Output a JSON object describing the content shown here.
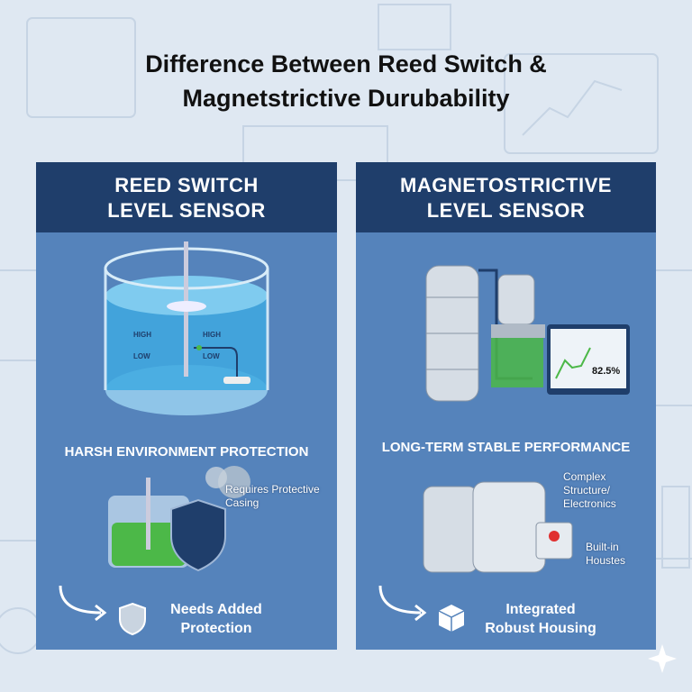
{
  "title_line1": "Difference Between Reed Switch &",
  "title_line2": "Magnetstrictive Durubability",
  "left": {
    "header_line1": "REED SWITCH",
    "header_line2": "LEVEL SENSOR",
    "diagram_labels": {
      "high_left": "HIGH",
      "low_left": "LOW",
      "high_right": "HIGH",
      "low_right": "LOW"
    },
    "section_label": "HARSH ENVIRONMENT PROTECTION",
    "callout": "Requires Protective Casing",
    "footer_line1": "Needs Added",
    "footer_line2": "Protection"
  },
  "right": {
    "header_line1": "MAGNETOSTRICTIVE",
    "header_line2": "LEVEL SENSOR",
    "monitor_reading": "82.5%",
    "section_label": "LONG-TERM STABLE PERFORMANCE",
    "callout_top": "Complex Structure/ Electronics",
    "callout_bottom": "Built-in Houstes",
    "footer_line1": "Integrated",
    "footer_line2": "Robust Housing"
  },
  "colors": {
    "panel": "#5583bb",
    "header": "#1f3e6b",
    "background": "#dfe8f2",
    "liquid_blue": "#3fa9e0",
    "liquid_green": "#4cb848"
  }
}
